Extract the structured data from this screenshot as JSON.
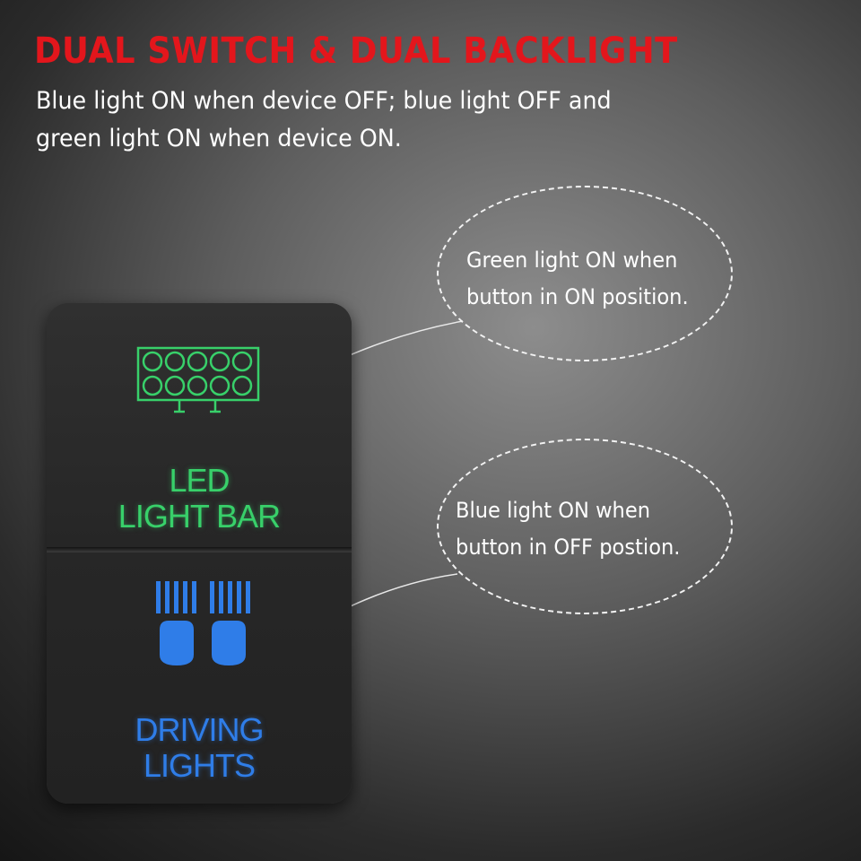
{
  "headline": "DUAL SWITCH & DUAL BACKLIGHT",
  "subtitle": {
    "line1": "Blue light ON when device OFF; blue light OFF and",
    "line2": "green light ON when device ON."
  },
  "callouts": {
    "on": {
      "line1": "Green light ON when",
      "line2": "button in ON position."
    },
    "off": {
      "line1": "Blue light ON when",
      "line2": "button in OFF postion."
    }
  },
  "switch": {
    "top_label": {
      "line1": "LED",
      "line2": "LIGHT BAR",
      "icon": "led-light-bar-icon"
    },
    "bottom_label": {
      "line1": "DRIVING",
      "line2": "LIGHTS",
      "icon": "driving-lights-icon"
    }
  },
  "colors": {
    "headline": "#e3161c",
    "green_backlight": "#38d06a",
    "blue_backlight": "#2f7de8",
    "switch_body": "#2a2a2a",
    "text": "#ffffff"
  }
}
